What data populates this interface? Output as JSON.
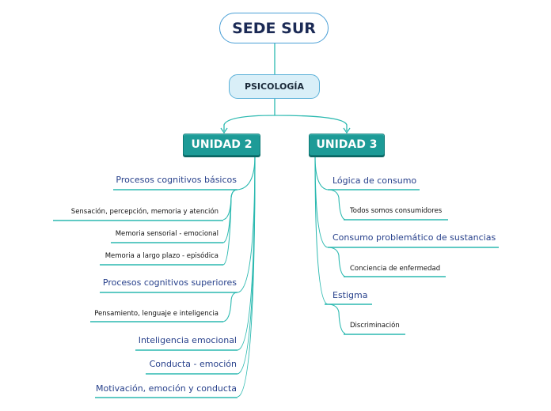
{
  "root": {
    "label": "SEDE SUR"
  },
  "main": {
    "label": "PSICOLOGÍA"
  },
  "unit2": {
    "label": "UNIDAD 2",
    "topics": [
      {
        "label": "Procesos cognitivos básicos",
        "subtopics": [
          "Sensación, percepción, memoria y atención",
          "Memoria sensorial - emocional",
          "Memoria a largo plazo - episódica"
        ]
      },
      {
        "label": "Procesos cognitivos superiores",
        "subtopics": [
          "Pensamiento, lenguaje e inteligencia"
        ]
      },
      {
        "label": "Inteligencia emocional",
        "subtopics": []
      },
      {
        "label": "Conducta - emoción",
        "subtopics": []
      },
      {
        "label": "Motivación, emoción y conducta",
        "subtopics": []
      }
    ]
  },
  "unit3": {
    "label": "UNIDAD 3",
    "topics": [
      {
        "label": "Lógica de consumo",
        "subtopics": [
          "Todos somos consumidores"
        ]
      },
      {
        "label": "Consumo problemático de sustancias",
        "subtopics": [
          "Conciencia de enfermedad"
        ]
      },
      {
        "label": "Estigma",
        "subtopics": [
          "Discriminación"
        ]
      }
    ]
  },
  "colors": {
    "connector": "#2bb9b0",
    "root_border": "#4a9fd6",
    "unit_fill": "#1d9b97",
    "topic_text": "#27408b"
  }
}
